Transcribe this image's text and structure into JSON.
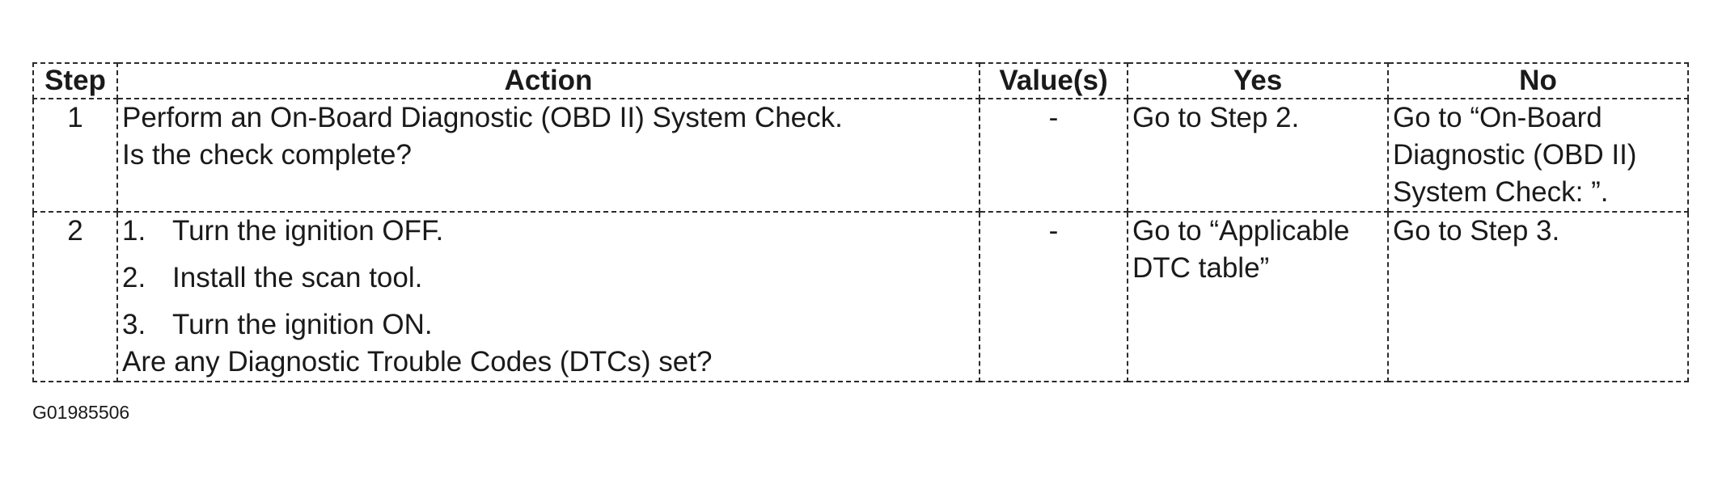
{
  "table": {
    "headers": {
      "step": "Step",
      "action": "Action",
      "values": "Value(s)",
      "yes": "Yes",
      "no": "No"
    },
    "rows": [
      {
        "step": "1",
        "action_lines": [
          "Perform an On-Board Diagnostic (OBD II) System Check.",
          "Is the check complete?"
        ],
        "value": "-",
        "yes": "Go to Step 2.",
        "no_lines": [
          "Go to “On-Board",
          "Diagnostic (OBD II)",
          "System Check: ”."
        ]
      },
      {
        "step": "2",
        "steps": [
          {
            "num": "1.",
            "text": "Turn the ignition OFF."
          },
          {
            "num": "2.",
            "text": "Install the scan tool."
          },
          {
            "num": "3.",
            "text": "Turn the ignition ON."
          }
        ],
        "question": "Are any Diagnostic Trouble Codes (DTCs) set?",
        "value": "-",
        "yes_lines": [
          "Go to “Applicable",
          "DTC table”"
        ],
        "no": "Go to Step 3."
      }
    ]
  },
  "figure_id": "G01985506"
}
